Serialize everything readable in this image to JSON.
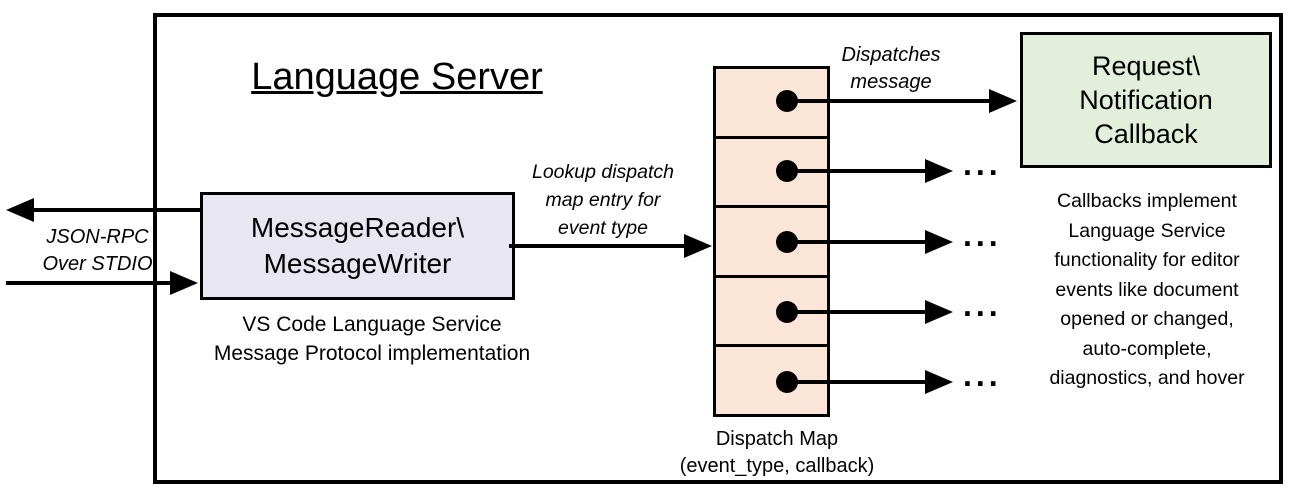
{
  "title": "Language Server",
  "io": {
    "label_line1": "JSON-RPC",
    "label_line2": "Over STDIO"
  },
  "reader_box": {
    "line1": "MessageReader\\",
    "line2": "MessageWriter",
    "caption_line1": "VS Code Language Service",
    "caption_line2": "Message Protocol implementation"
  },
  "lookup_label": {
    "line1": "Lookup dispatch",
    "line2": "map entry for",
    "line3": "event type"
  },
  "dispatch_label": {
    "line1": "Dispatches",
    "line2": "message"
  },
  "dispatch_map": {
    "caption_line1": "Dispatch Map",
    "caption_line2": "(event_type, callback)",
    "row_count": "5",
    "ellipsis": "..."
  },
  "callback_box": {
    "line1": "Request\\",
    "line2": "Notification",
    "line3": "Callback"
  },
  "callbacks_note": [
    "Callbacks implement",
    "Language Service",
    "functionality for editor",
    "events like document",
    "opened or changed,",
    "auto-complete,",
    "diagnostics, and hover"
  ],
  "colors": {
    "reader_fill": "#e8e7f1",
    "dispatch_map_fill": "#fbe5d6",
    "callback_fill": "#e2efda",
    "line": "#000000",
    "background": "#ffffff"
  }
}
